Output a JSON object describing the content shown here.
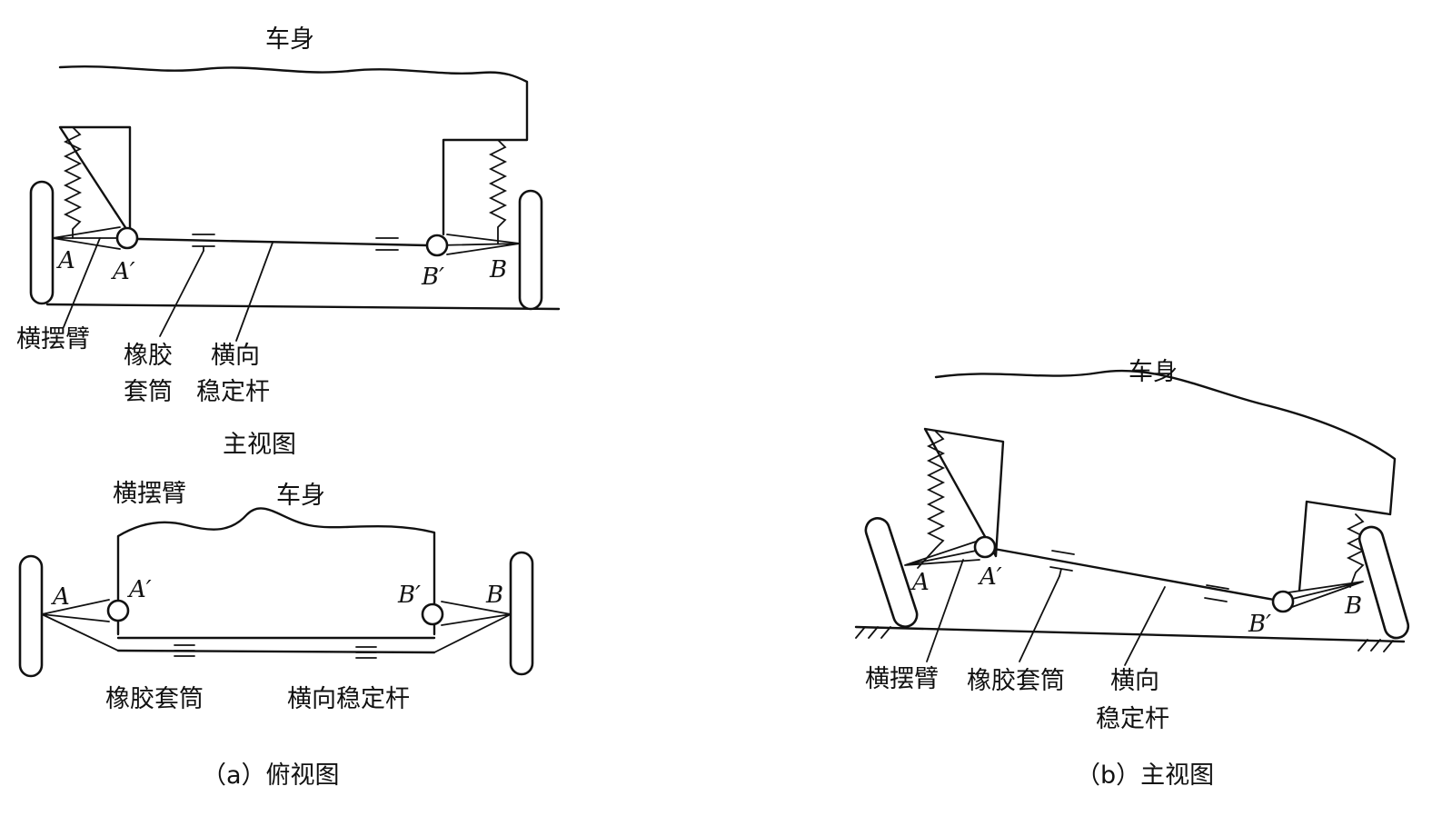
{
  "views": {
    "top_front": {
      "body": "车身",
      "arm": "横摆臂",
      "bush": [
        "橡胶",
        "套筒"
      ],
      "bar": [
        "横向",
        "稳定杆"
      ],
      "title": "主视图",
      "pts": {
        "a": "A",
        "a2": "A′",
        "b2": "B′",
        "b": "B"
      }
    },
    "top_plan": {
      "arm": "横摆臂",
      "body": "车身",
      "bush": "橡胶套筒",
      "bar": "横向稳定杆",
      "pts": {
        "a": "A",
        "a2": "A′",
        "b2": "B′",
        "b": "B"
      }
    },
    "right_front": {
      "body": "车身",
      "arm": "横摆臂",
      "bush": "橡胶套筒",
      "bar": [
        "横向",
        "稳定杆"
      ],
      "pts": {
        "a": "A",
        "a2": "A′",
        "b2": "B′",
        "b": "B"
      }
    }
  },
  "captions": {
    "a": "（a）俯视图",
    "b": "（b）主视图"
  }
}
